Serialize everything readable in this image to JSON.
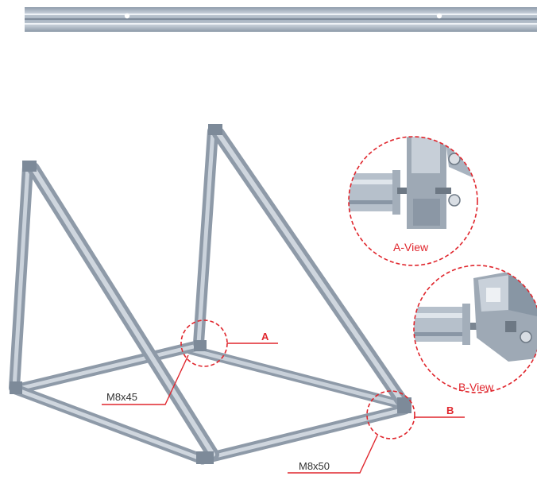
{
  "callouts": {
    "a_letter": "A",
    "b_letter": "B",
    "bolt_a": "M8x45",
    "bolt_b": "M8x50"
  },
  "views": {
    "a_view_label": "A-View",
    "b_view_label": "B-View"
  },
  "colors": {
    "callout_red": "#e0262d",
    "metal_light": "#c9d1da",
    "metal_mid": "#9fabb8",
    "metal_dark": "#6c7987"
  }
}
